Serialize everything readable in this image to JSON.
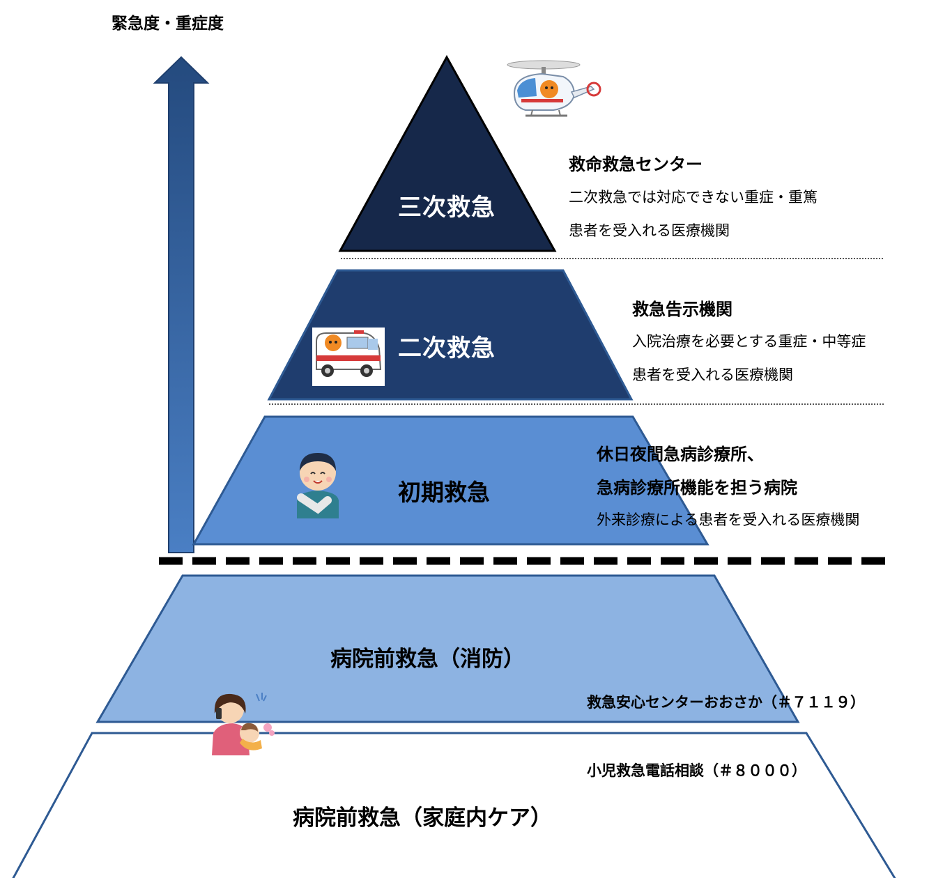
{
  "axis_label": "緊急度・重症度",
  "levels": {
    "tertiary": {
      "label": "三次救急",
      "title": "救命救急センター",
      "desc1": "二次救急では対応できない重症・重篤",
      "desc2": "患者を受入れる医療機関",
      "color": "#16284a"
    },
    "secondary": {
      "label": "二次救急",
      "title": "救急告示機関",
      "desc1": "入院治療を必要とする重症・中等症",
      "desc2": "患者を受入れる医療機関",
      "color": "#1f3d6e"
    },
    "primary": {
      "label": "初期救急",
      "title1": "休日夜間急病診療所、",
      "title2": "急病診療所機能を担う病院",
      "desc": "外来診療による患者を受入れる医療機関",
      "color": "#5a8ed3"
    },
    "prehospital_fire": {
      "label": "病院前救急（消防）",
      "service": "救急安心センターおおさか（＃７１１９）",
      "color": "#8db3e2"
    },
    "prehospital_home": {
      "label": "病院前救急（家庭内ケア）",
      "service": "小児救急電話相談（＃８０００）",
      "color": "#ffffff"
    }
  },
  "icons": {
    "helicopter": "helicopter-icon",
    "ambulance": "ambulance-icon",
    "patient": "injured-patient-icon",
    "mother": "mother-child-phone-icon"
  }
}
